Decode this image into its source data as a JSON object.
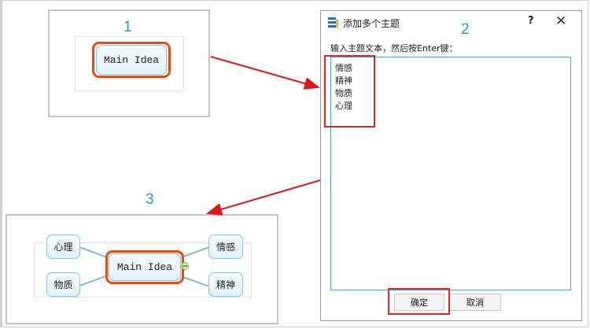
{
  "steps": {
    "step1": {
      "number": "1",
      "main_topic": "Main Idea"
    },
    "step2": {
      "number": "2",
      "dialog": {
        "title": "添加多个主题",
        "help_label": "?",
        "close_label": "✕",
        "instruction": "输入主题文本，然后按Enter键：",
        "lines": [
          "情感",
          "精神",
          "物质",
          "心理"
        ],
        "ok_label": "确定",
        "cancel_label": "取消"
      }
    },
    "step3": {
      "number": "3",
      "main_topic": "Main Idea",
      "subtopics": {
        "top_left": "心理",
        "bottom_left": "物质",
        "top_right": "情感",
        "bottom_right": "精神"
      }
    }
  },
  "colors": {
    "step_number": "#3a8fd0",
    "highlight_orange": "#e64a19",
    "highlight_red": "#e52226",
    "arrow": "#e0161b",
    "topic_border": "#8fc3d6",
    "dialog_border": "#6fa8cc"
  }
}
